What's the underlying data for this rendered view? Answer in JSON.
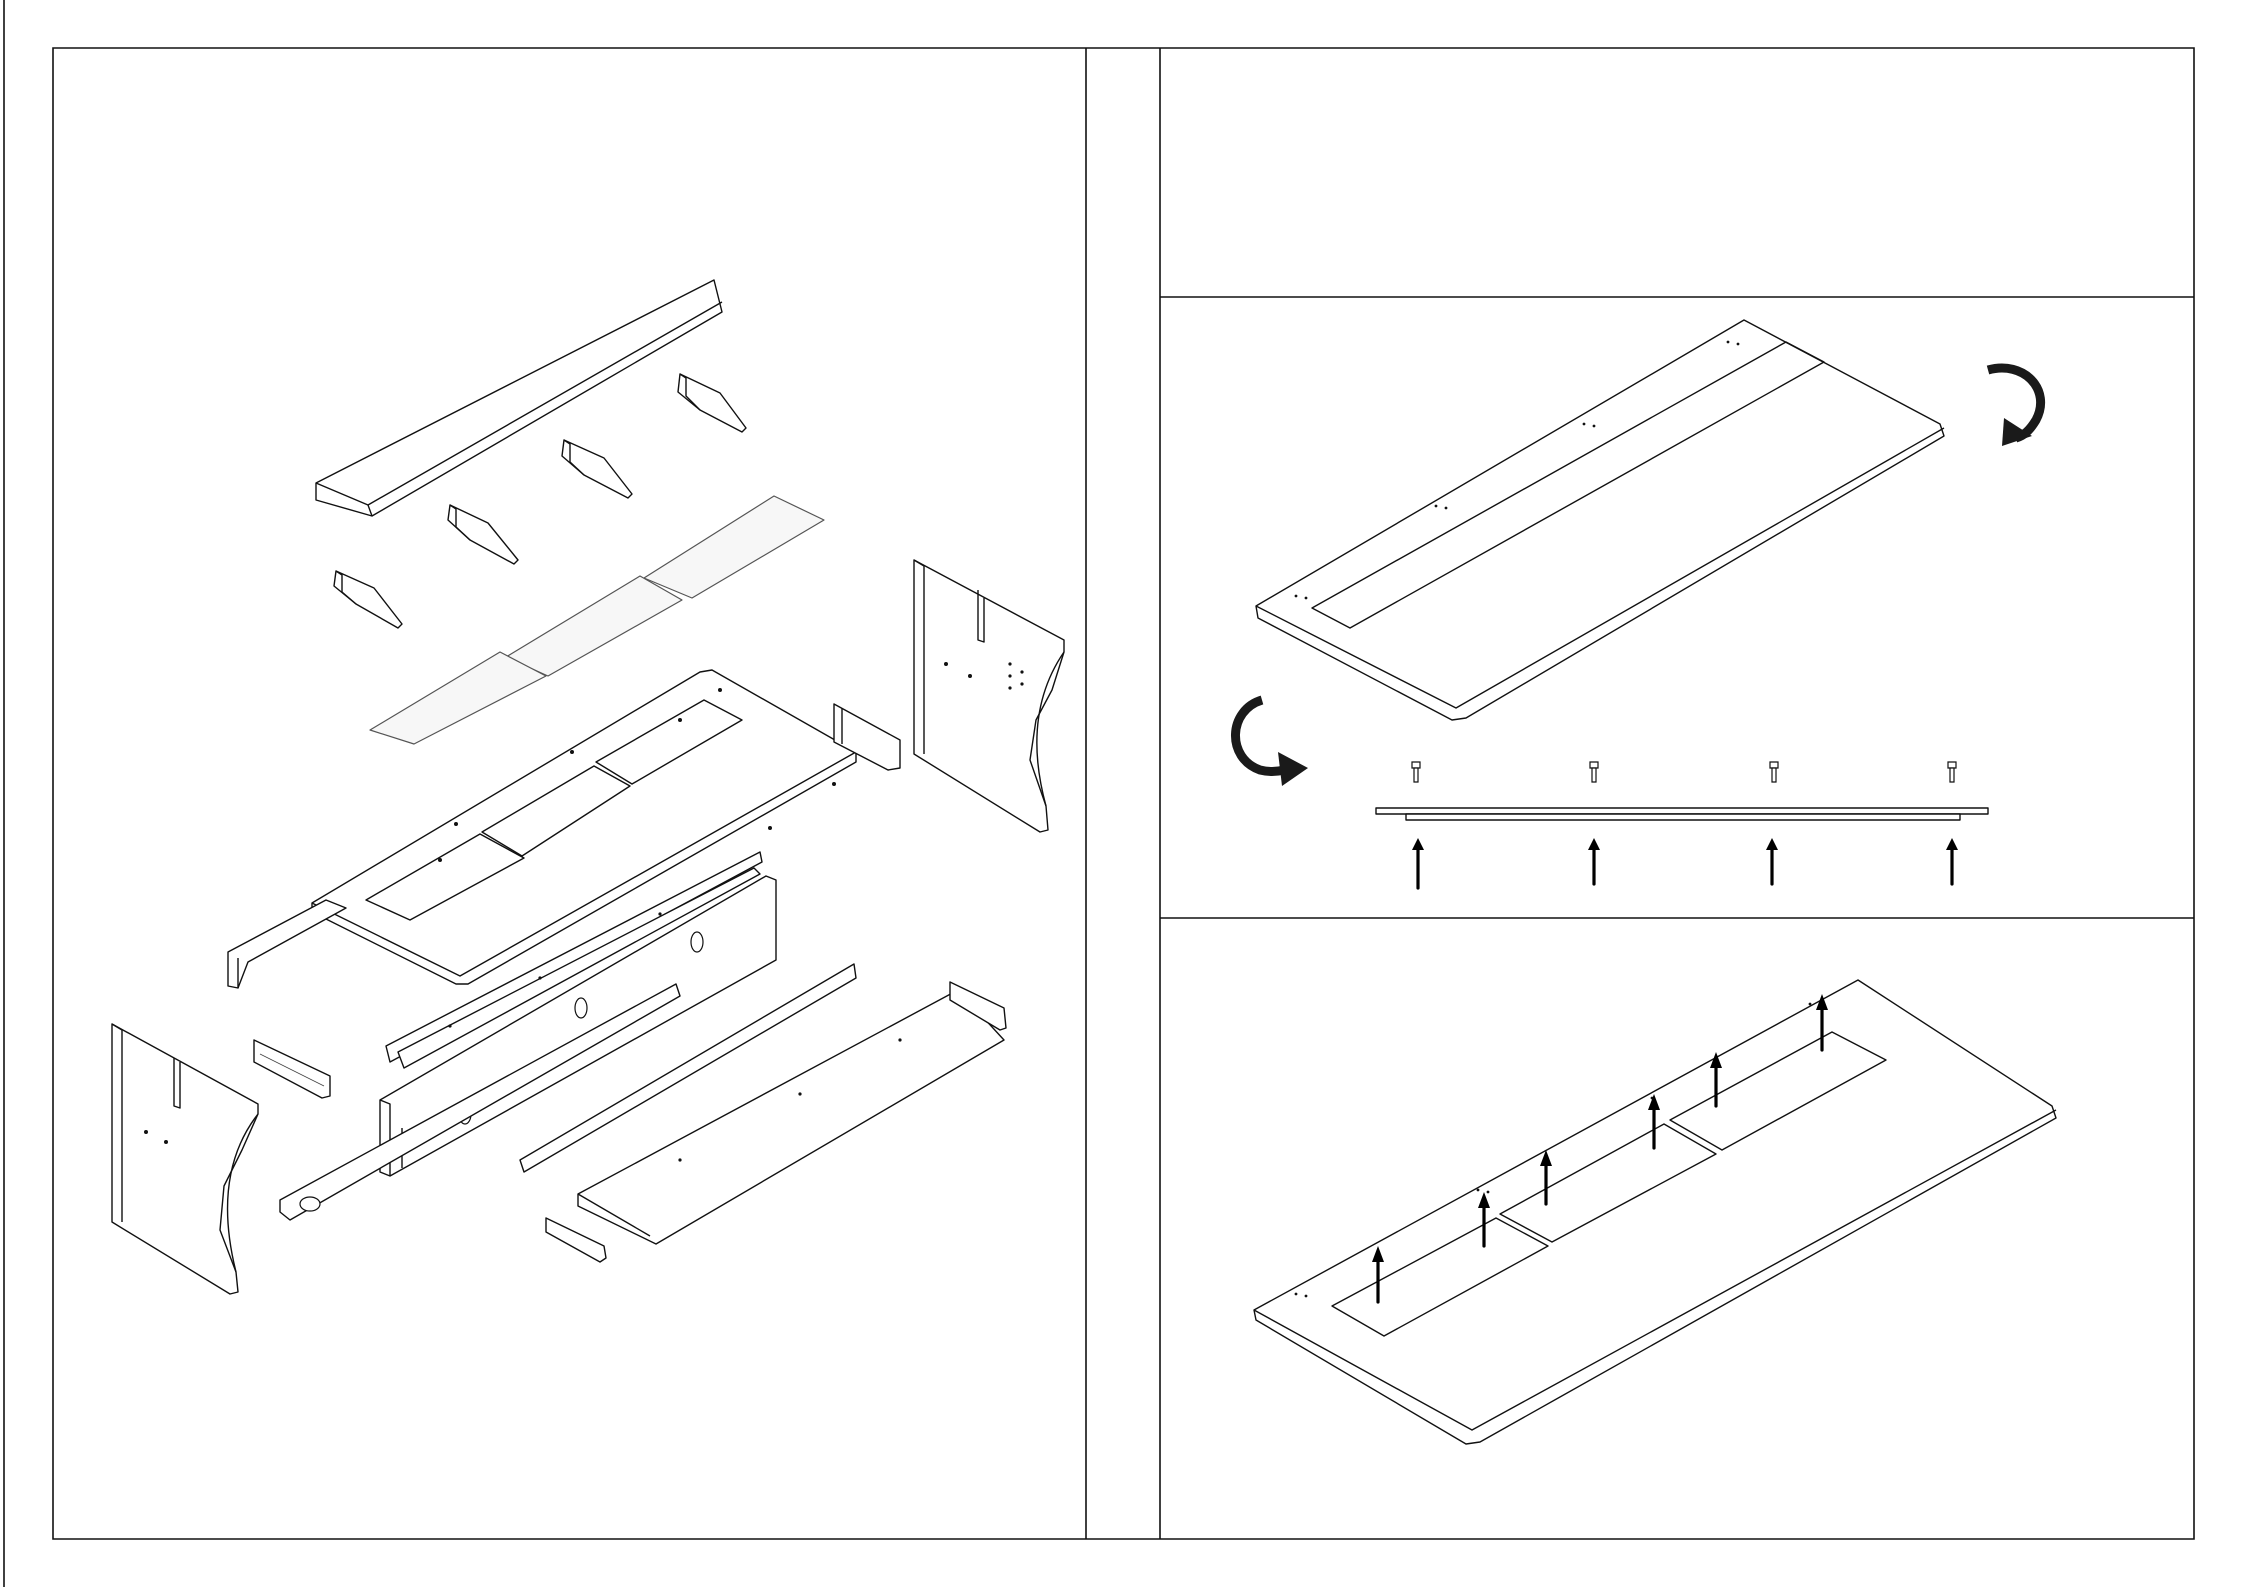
{
  "document": {
    "kind": "furniture assembly instruction sheet",
    "text_labels": []
  },
  "panels": {
    "exploded_view": {
      "icon": "exploded-parts-drawing"
    },
    "blank_panel": {
      "icon": "empty"
    },
    "step_flip_and_screw": {
      "icons": [
        "rotate-clockwise-icon",
        "rotate-counterclockwise-icon",
        "screw-icon",
        "up-arrow-icon"
      ],
      "screw_count": 4,
      "arrow_count": 4
    },
    "step_lift_panels": {
      "icons": [
        "up-arrow-icon"
      ],
      "arrow_count": 6,
      "panel_count": 3
    }
  },
  "colors": {
    "ink": "#111111",
    "paper": "#ffffff"
  }
}
